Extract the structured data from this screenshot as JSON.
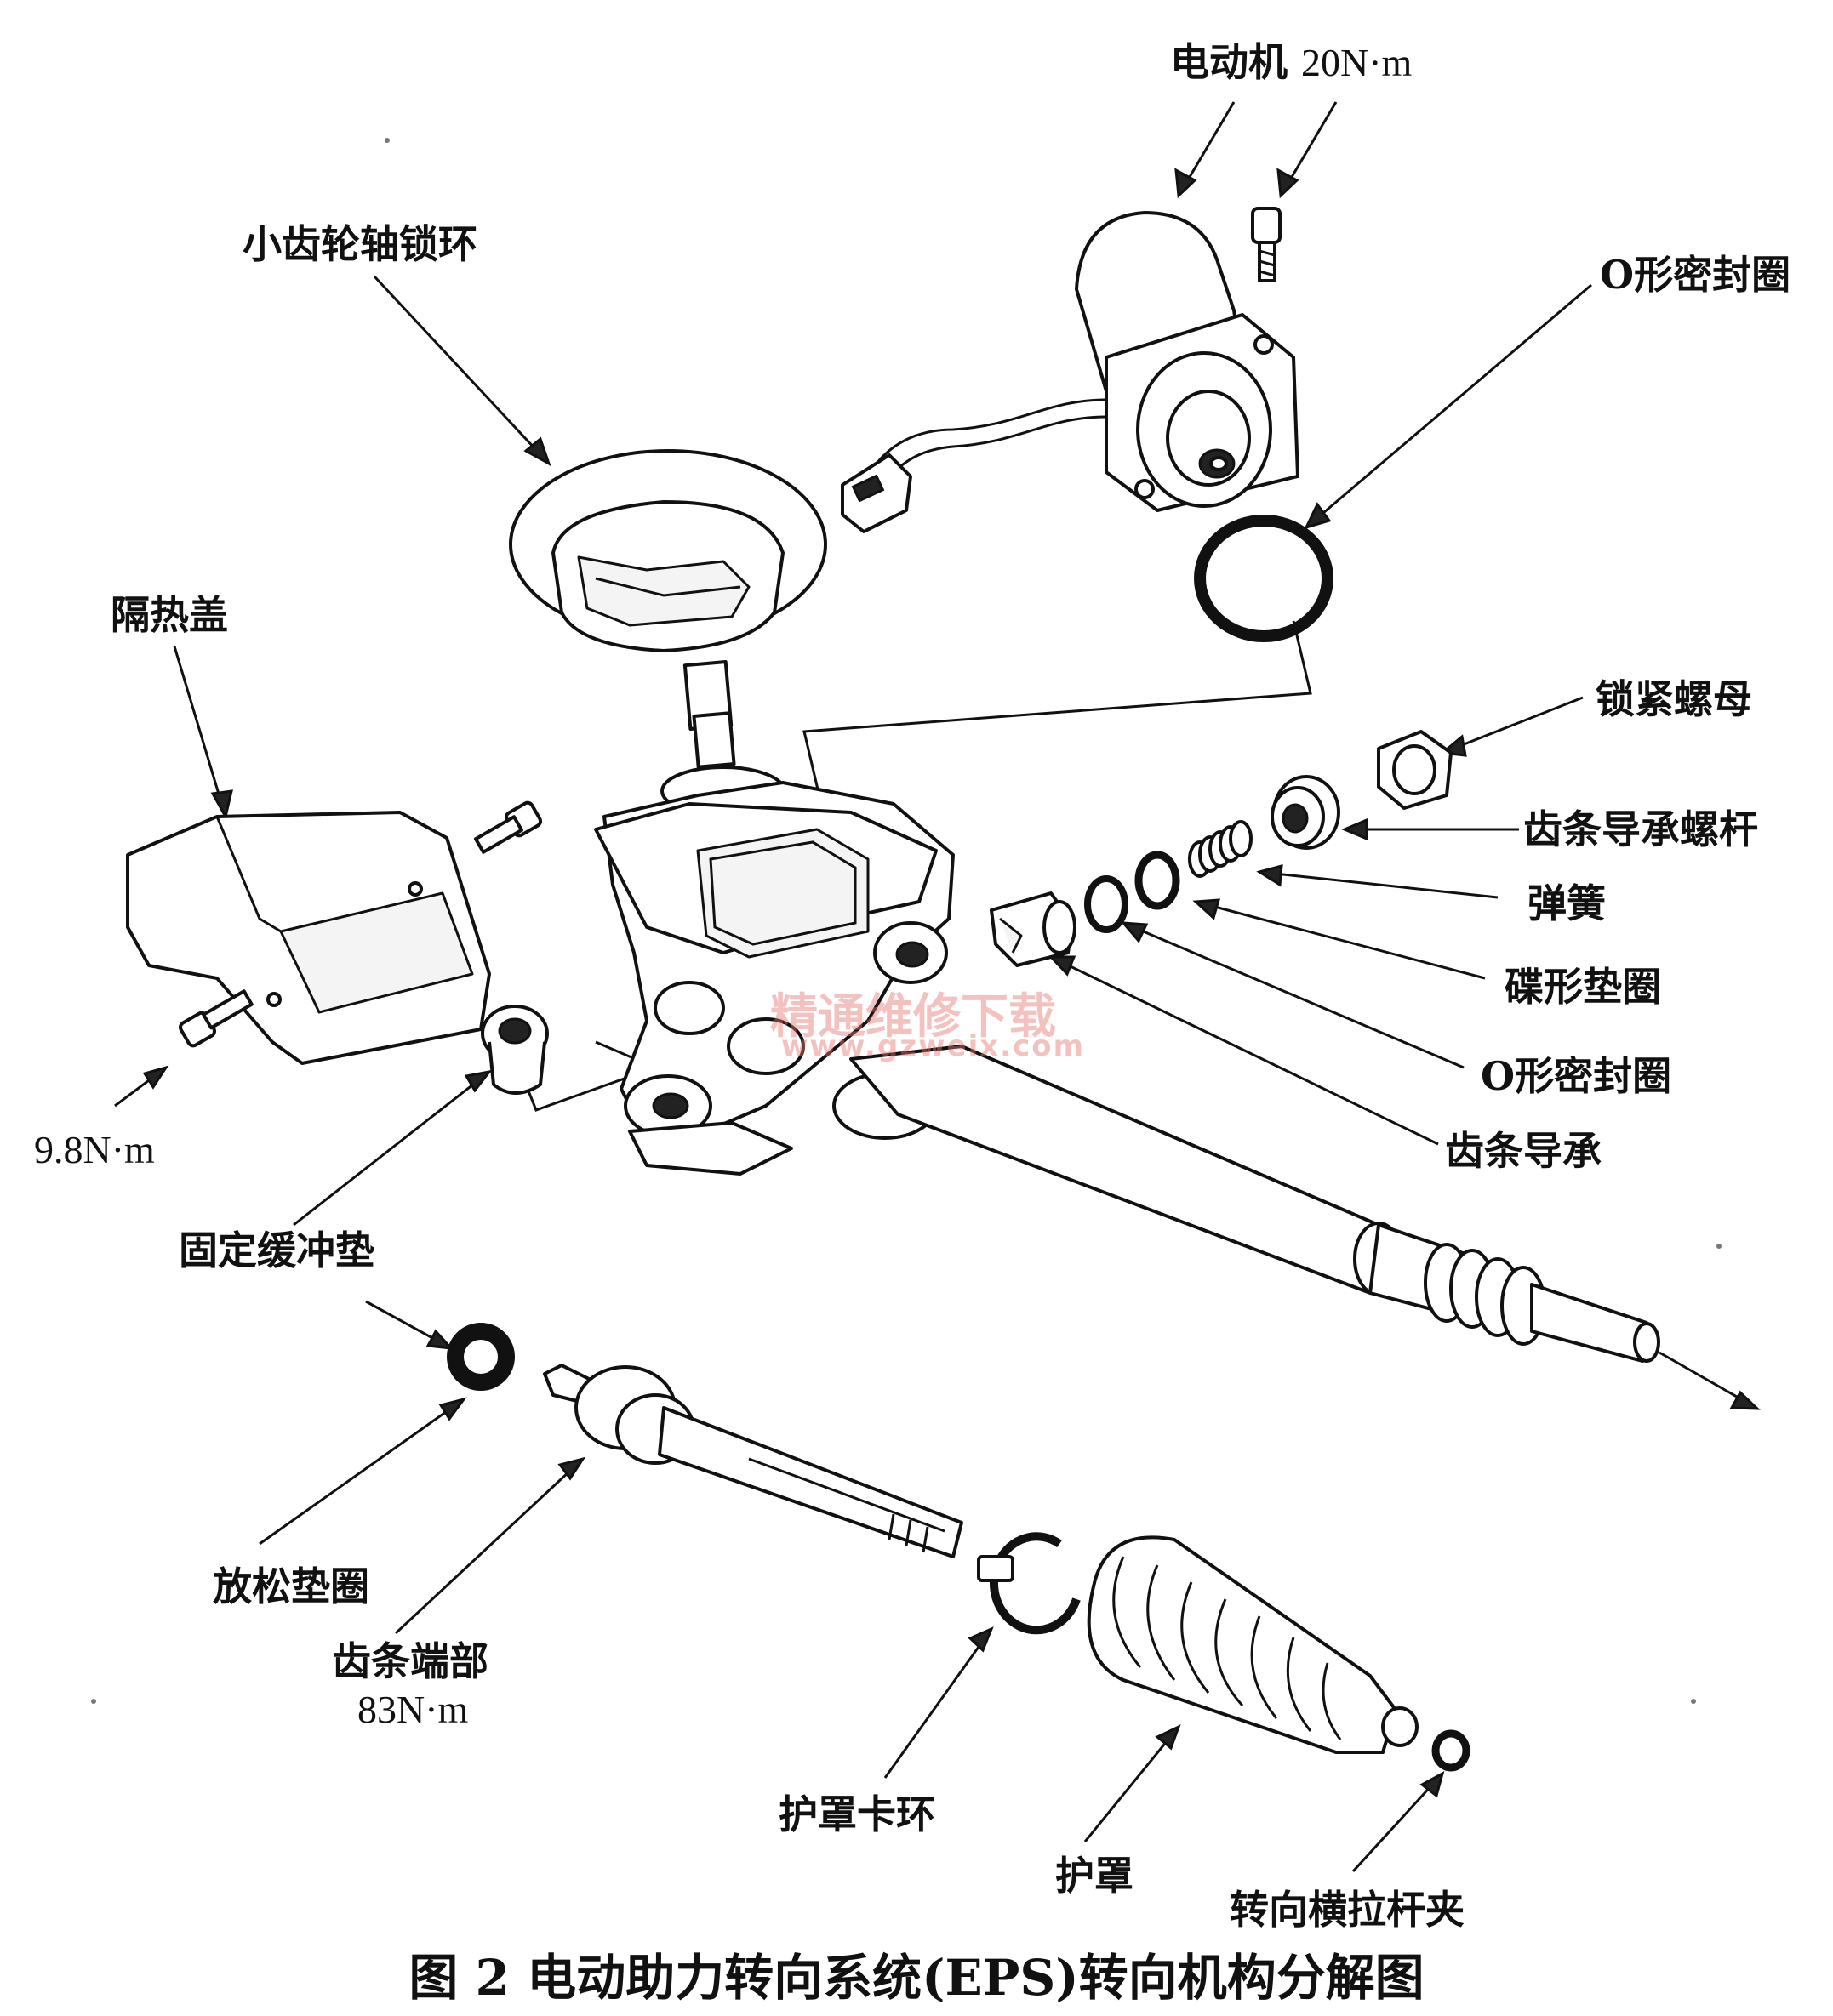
{
  "labels": {
    "motor": "电动机",
    "motor_torque": "20N·m",
    "pinion_lock_ring": "小齿轮轴锁环",
    "o_ring_top": "O形密封圈",
    "heat_shield": "隔热盖",
    "lock_nut": "锁紧螺母",
    "rack_guide_screw": "齿条导承螺杆",
    "spring": "弹簧",
    "disc_washer": "碟形垫圈",
    "o_ring_mid": "O形密封圈",
    "rack_guide": "齿条导承",
    "shield_torque": "9.8N·m",
    "mount_cushion": "固定缓冲垫",
    "lock_washer": "放松垫圈",
    "rack_end": "齿条端部",
    "rack_end_torque": "83N·m",
    "boot_clamp": "护罩卡环",
    "boot": "护罩",
    "tie_rod_clip": "转向横拉杆夹"
  },
  "caption": "图 2  电动助力转向系统(EPS)转向机构分解图",
  "watermark": {
    "line1": "精通维修下载",
    "line2": "www.gzweix.com"
  },
  "colors": {
    "ink": "#111111",
    "paper": "#ffffff",
    "watermark": "#e6786e"
  }
}
